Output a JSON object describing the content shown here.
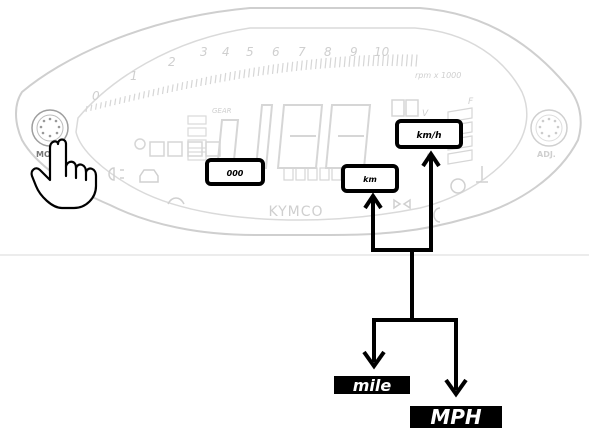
{
  "dash": {
    "rpm_scale": [
      "0",
      "1",
      "2",
      "3",
      "4",
      "5",
      "6",
      "7",
      "8",
      "9",
      "10"
    ],
    "rpm_unit": "rpm x 1000",
    "gear_label": "GEAR",
    "brand": "KYMCO",
    "mode_button_label": "MODE",
    "adj_button_label": "ADJ.",
    "odo_indicator": "000",
    "distance_unit": "km",
    "speed_unit": "km/h",
    "voltage_unit": "V",
    "fuel_full": "F",
    "fuel_empty": "E"
  },
  "outputs": {
    "mile_label": "mile",
    "mph_label": "MPH"
  }
}
